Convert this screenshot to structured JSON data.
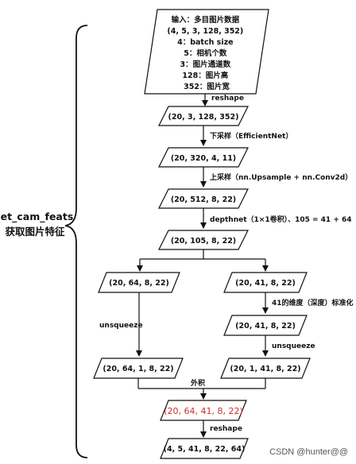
{
  "side": {
    "title_line1": "get_cam_feats",
    "title_line2": "获取图片特征"
  },
  "nodes": {
    "input": {
      "lines": [
        "输入：多目图片数据",
        "(4, 5, 3, 128, 352)",
        "4：batch size",
        "5：相机个数",
        "3：图片通道数",
        "128：图片高",
        "352：图片宽"
      ]
    },
    "n1": "(20, 3, 128, 352)",
    "n2": "(20, 320, 4, 11)",
    "n3": "(20, 512, 8, 22)",
    "n4": "(20, 105, 8, 22)",
    "left1": "(20, 64, 8, 22)",
    "right1": "(20, 41, 8, 22)",
    "right2": "(20, 41, 8, 22)",
    "left2": "(20, 64, 1, 8, 22)",
    "right3": "(20, 1, 41, 8, 22)",
    "merged": "(20, 64, 41, 8, 22)",
    "final": "(4, 5, 41, 8, 22, 64)"
  },
  "edges": {
    "reshape1": "reshape",
    "downsample": "下采样（EfficientNet）",
    "upsample": "上采样（nn.Upsample + nn.Conv2d）",
    "depthnet": "depthnet（1×1卷积）、105 = 41 + 64",
    "unsqueeze_left": "unsqueeze",
    "normalize": "41的维度（深度）标准化",
    "unsqueeze_right": "unsqueeze",
    "outer": "外积",
    "reshape2": "reshape"
  },
  "colors": {
    "stroke": "#111111",
    "highlight": "#d42a2a"
  },
  "watermark": "CSDN @hunter@@"
}
